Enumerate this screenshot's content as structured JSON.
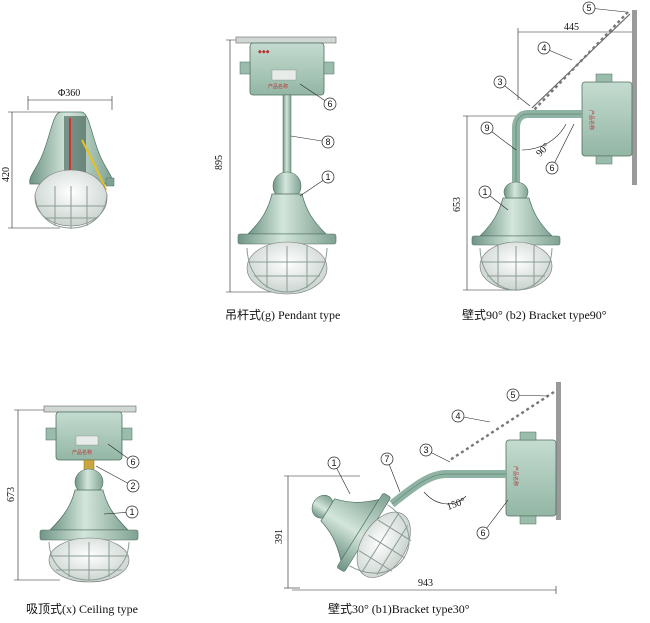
{
  "captions": {
    "pendant": "吊杆式(g) Pendant   type",
    "bracket90": "壁式90°  (b2) Bracket  type90°",
    "ceiling": "吸顶式(x) Ceiling   type",
    "bracket30": "壁式30°  (b1)Bracket  type30°"
  },
  "dimensions": {
    "diameter": "Φ360",
    "height_main": "420",
    "pendant_height": "895",
    "bracket90_width": "445",
    "bracket90_height": "653",
    "bracket90_angle": "90°",
    "ceiling_height": "673",
    "bracket30_height": "391",
    "bracket30_width": "943",
    "bracket30_angle": "150°"
  },
  "callouts": {
    "pendant": [
      "6",
      "8",
      "1"
    ],
    "bracket90": [
      "5",
      "4",
      "3",
      "9",
      "6",
      "1"
    ],
    "ceiling": [
      "6",
      "2",
      "1"
    ],
    "bracket30": [
      "5",
      "4",
      "3",
      "7",
      "1",
      "6"
    ]
  },
  "colors": {
    "body": "#a9c7b8",
    "body_dark": "#6f9585",
    "body_light": "#d4e6dc",
    "chain": "#666666",
    "wall": "#9a9a9a",
    "guard": "#8c9c94",
    "line": "#222222"
  }
}
